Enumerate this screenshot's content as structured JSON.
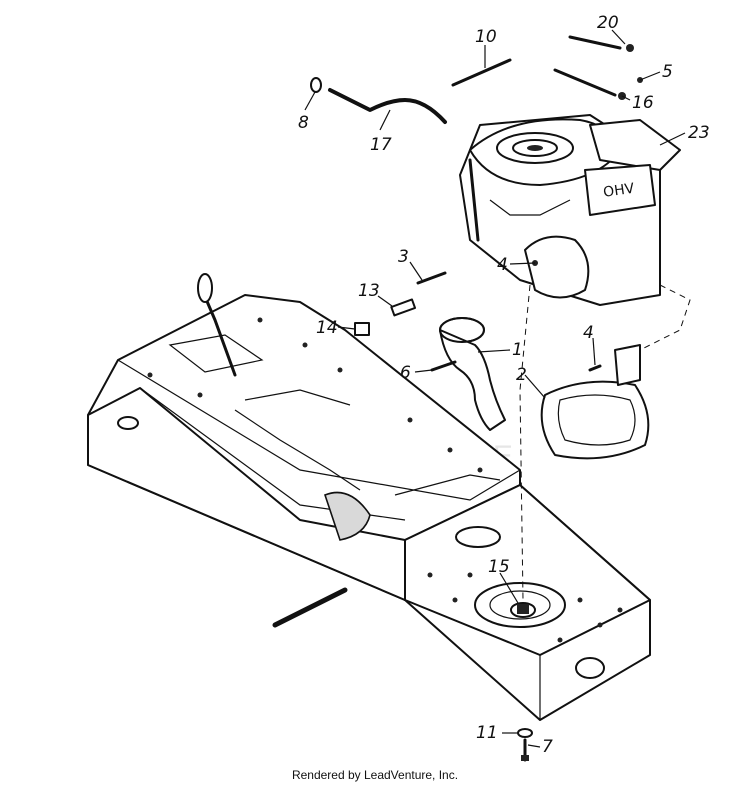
{
  "footer": {
    "text": "Rendered by LeadVenture, Inc."
  },
  "watermark": {
    "text": "LEADVENTURE"
  },
  "callouts": [
    {
      "id": "1",
      "label": "1"
    },
    {
      "id": "2",
      "label": "2"
    },
    {
      "id": "3",
      "label": "3"
    },
    {
      "id": "4a",
      "label": "4"
    },
    {
      "id": "4b",
      "label": "4"
    },
    {
      "id": "5",
      "label": "5"
    },
    {
      "id": "6",
      "label": "6"
    },
    {
      "id": "7",
      "label": "7"
    },
    {
      "id": "8",
      "label": "8"
    },
    {
      "id": "10",
      "label": "10"
    },
    {
      "id": "11",
      "label": "11"
    },
    {
      "id": "13",
      "label": "13"
    },
    {
      "id": "14",
      "label": "14"
    },
    {
      "id": "15",
      "label": "15"
    },
    {
      "id": "16",
      "label": "16"
    },
    {
      "id": "17",
      "label": "17"
    },
    {
      "id": "20",
      "label": "20"
    },
    {
      "id": "23",
      "label": "23"
    }
  ],
  "engine": {
    "brand_label": "OHV"
  }
}
